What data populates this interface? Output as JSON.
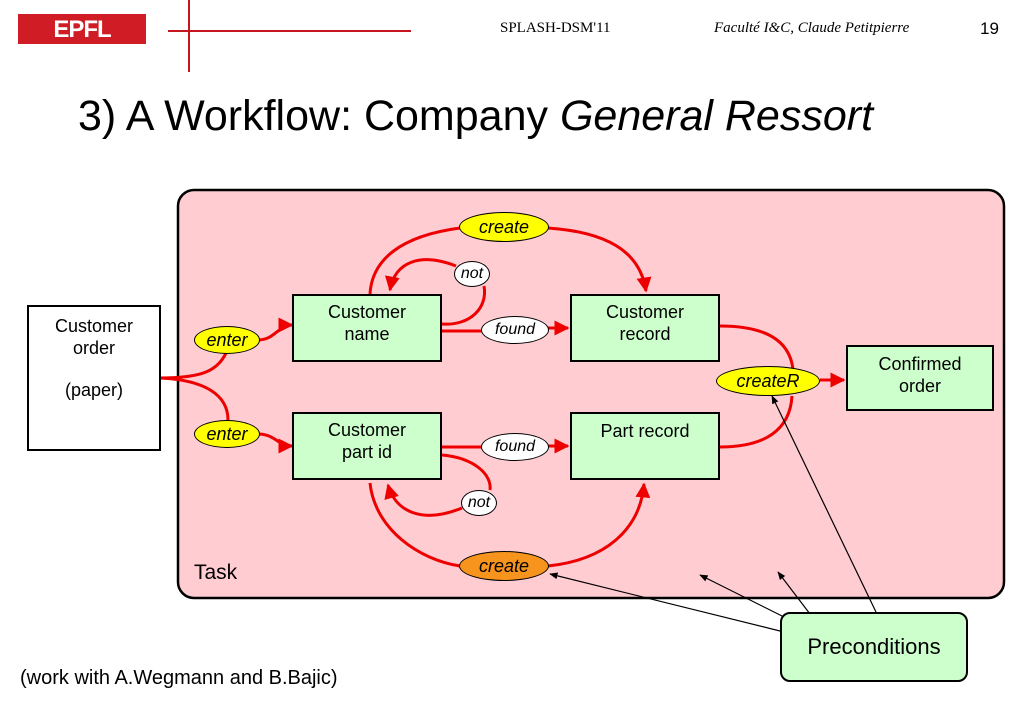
{
  "header": {
    "logo_text": "EPFL",
    "conference": "SPLASH-DSM'11",
    "author": "Faculté I&C, Claude Petitpierre",
    "slide_number": "19"
  },
  "title": {
    "prefix": "3) A Workflow: Company ",
    "italic": "General Ressort"
  },
  "diagram": {
    "customer_order": [
      "Customer",
      "order",
      "(paper)"
    ],
    "customer_name": [
      "Customer",
      "name"
    ],
    "customer_record": [
      "Customer",
      "record"
    ],
    "customer_part_id": [
      "Customer",
      "part id"
    ],
    "part_record": "Part record",
    "confirmed_order": [
      "Confirmed",
      "order"
    ],
    "enter_top": "enter",
    "enter_bottom": "enter",
    "create_top": "create",
    "create_bottom": "create",
    "not_top": "not",
    "not_bottom": "not",
    "found_top": "found",
    "found_bottom": "found",
    "createR": "createR",
    "task_label": "Task",
    "preconditions": "Preconditions"
  },
  "colors": {
    "task_fill": "#ffccd2",
    "state_fill": "#ccffcc",
    "arc": "#ee0000",
    "enabled_transition": "#ffff00",
    "highlighted_transition": "#f7941d",
    "brand": "#d01c24"
  },
  "footer": "(work with A.Wegmann and B.Bajic)"
}
